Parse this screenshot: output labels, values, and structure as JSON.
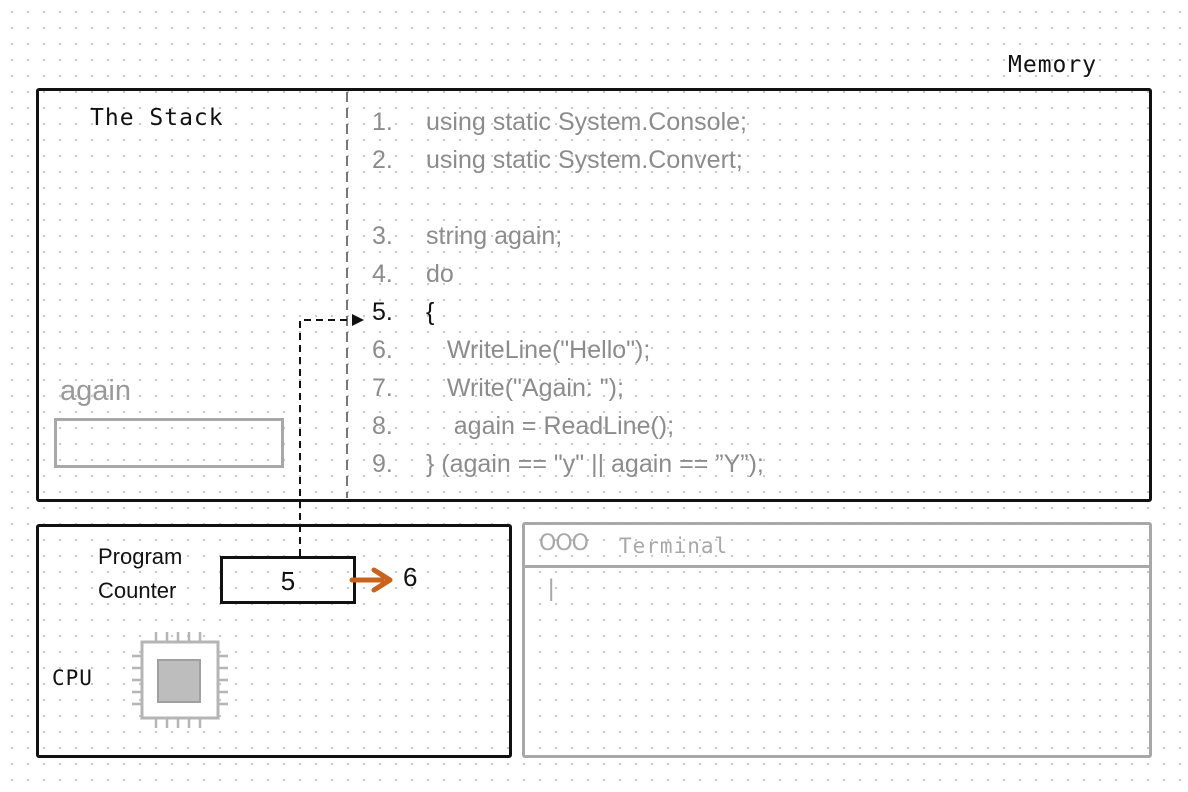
{
  "memory": {
    "label": "Memory"
  },
  "stack": {
    "title": "The Stack",
    "variable": {
      "name": "again",
      "value": ""
    }
  },
  "code": {
    "lines": [
      {
        "num": "1.",
        "text": "using static System.Console;"
      },
      {
        "num": "2.",
        "text": "using static System.Convert;"
      },
      {
        "num": "3.",
        "text": "string again;"
      },
      {
        "num": "4.",
        "text": "do"
      },
      {
        "num": "5.",
        "text": "{"
      },
      {
        "num": "6.",
        "text": "   WriteLine(\"Hello\");"
      },
      {
        "num": "7.",
        "text": "   Write(\"Again: \");"
      },
      {
        "num": "8.",
        "text": "    again = ReadLine();"
      },
      {
        "num": "9.",
        "text": "} (again == \"y\" || again == ”Y”);"
      }
    ],
    "current_line": "5."
  },
  "cpu": {
    "label": "CPU",
    "program_counter": {
      "label_line1": "Program",
      "label_line2": "Counter",
      "value": "5",
      "next_value": "6"
    }
  },
  "terminal": {
    "title": "Terminal",
    "window_controls": "OOO",
    "cursor": "|"
  },
  "colors": {
    "ink": "#111111",
    "faded": "#8c8c8c",
    "accent_arrow": "#c8621c"
  }
}
